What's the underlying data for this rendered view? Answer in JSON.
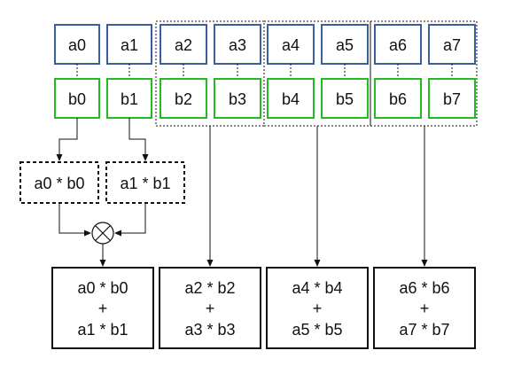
{
  "colors": {
    "a_border": "#3a5f9a",
    "b_border": "#22bb22",
    "line": "#111111"
  },
  "a_cells": [
    "a0",
    "a1",
    "a2",
    "a3",
    "a4",
    "a5",
    "a6",
    "a7"
  ],
  "b_cells": [
    "b0",
    "b1",
    "b2",
    "b3",
    "b4",
    "b5",
    "b6",
    "b7"
  ],
  "products": [
    "a0 * b0",
    "a1 * b1"
  ],
  "operator_icon": "circle-times-icon",
  "results": [
    {
      "top": "a0 * b0",
      "plus": "+",
      "bottom": "a1 * b1"
    },
    {
      "top": "a2 * b2",
      "plus": "+",
      "bottom": "a3 * b3"
    },
    {
      "top": "a4 * b4",
      "plus": "+",
      "bottom": "a5 * b5"
    },
    {
      "top": "a6 * b6",
      "plus": "+",
      "bottom": "a7 * b7"
    }
  ]
}
